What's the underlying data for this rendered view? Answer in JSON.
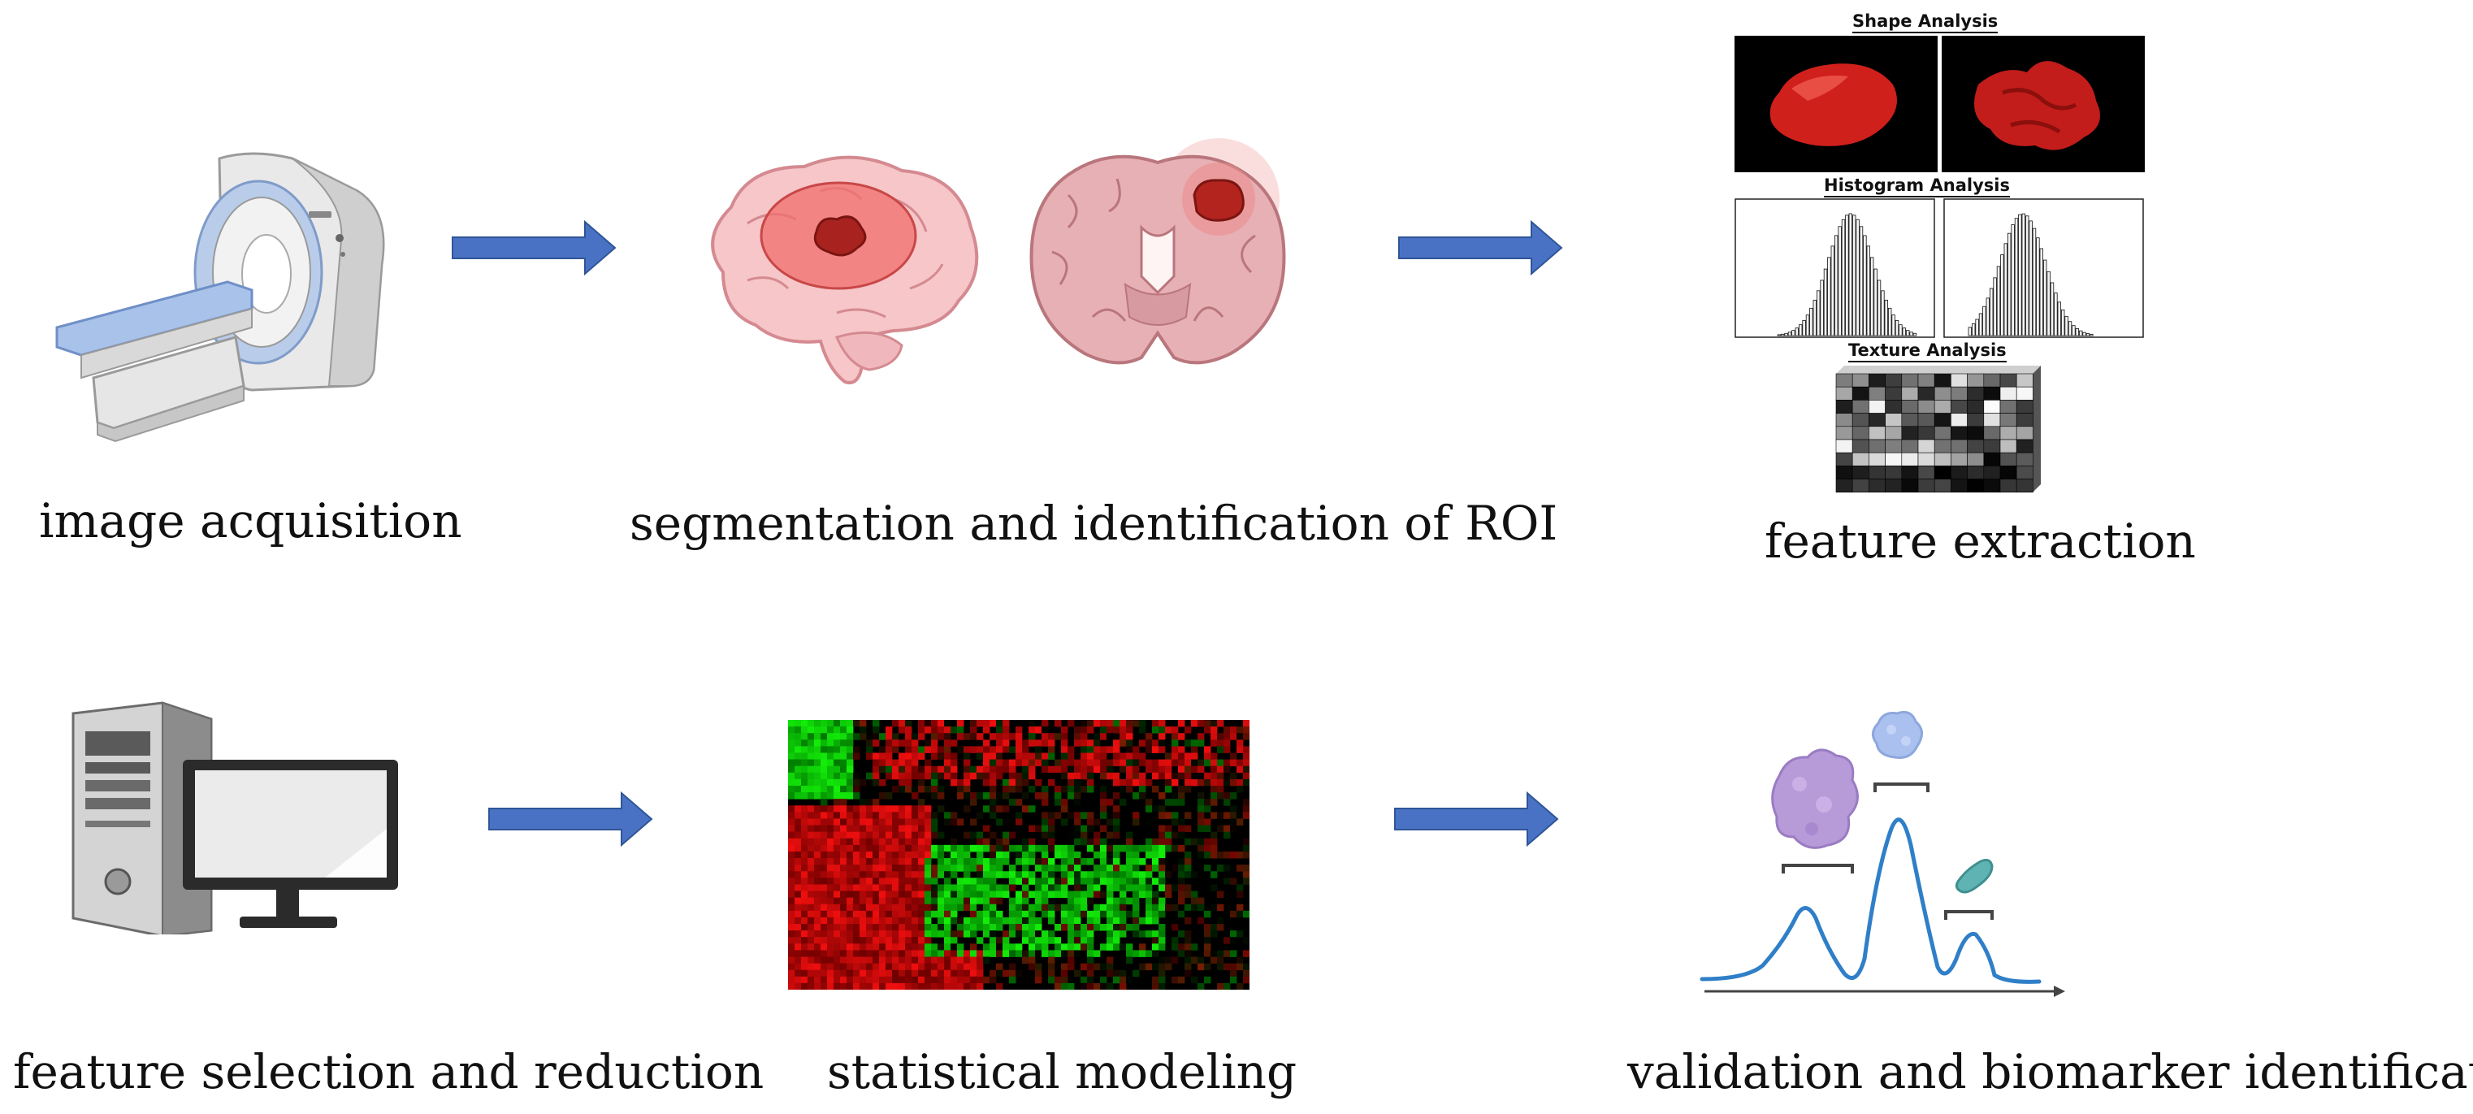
{
  "steps": [
    {
      "label": "image acquisition"
    },
    {
      "label": "segmentation and identification of ROI"
    },
    {
      "label": "feature extraction"
    },
    {
      "label": "feature selection and reduction"
    },
    {
      "label": "statistical modeling"
    },
    {
      "label": "validation and biomarker identification"
    }
  ],
  "feature_extraction": {
    "shape_title": "Shape Analysis",
    "histogram_title": "Histogram Analysis",
    "texture_title": "Texture Analysis"
  },
  "colors": {
    "arrow": "#4a72c4",
    "arrow_stroke": "#2f5597",
    "tumor": "#b3241f",
    "heatmap_red": "#d11a1a",
    "heatmap_green": "#2bd313",
    "peak_line": "#2f7fc8"
  },
  "icons": [
    "mri-scanner-icon",
    "brain-side-icon",
    "brain-coronal-icon",
    "computer-icon",
    "protein-icon"
  ]
}
